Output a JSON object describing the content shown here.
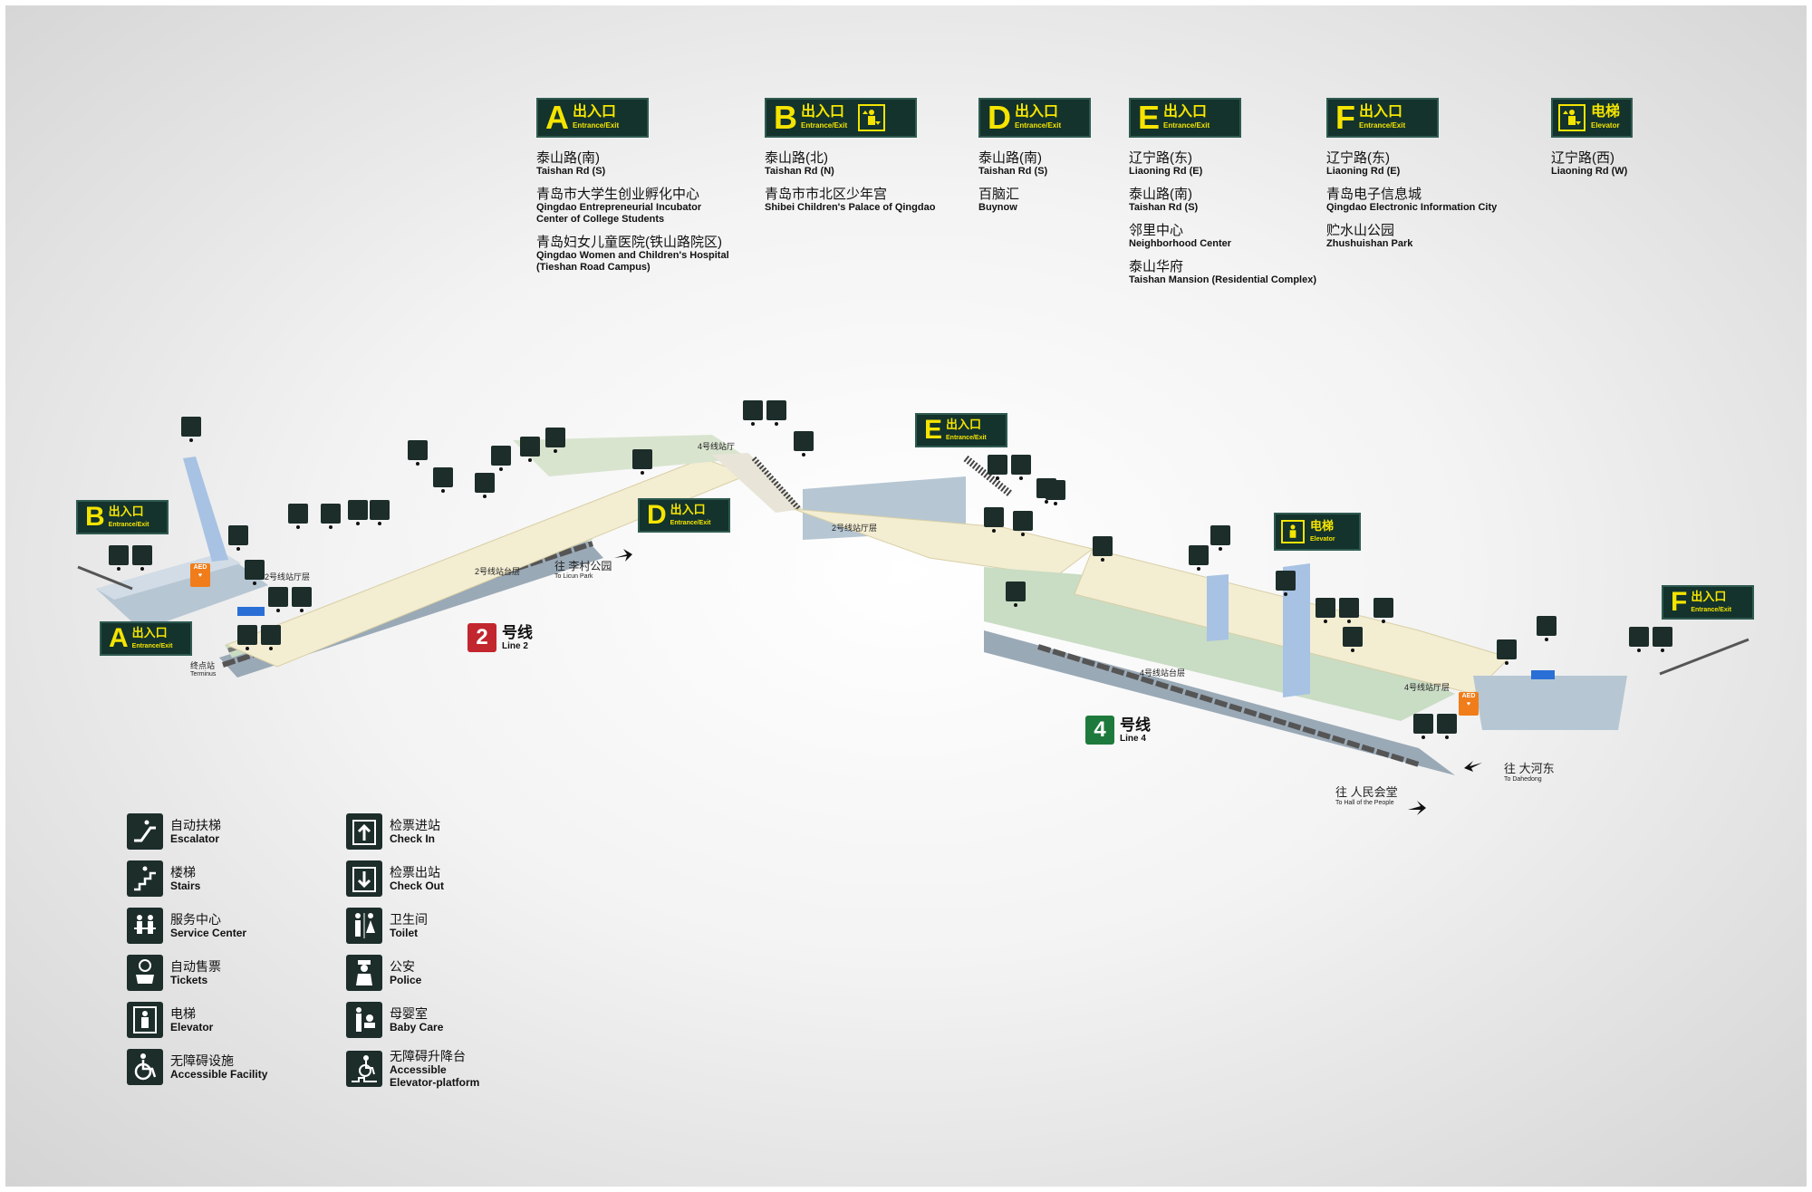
{
  "colors": {
    "sign_bg": "#13332c",
    "sign_text": "#f5e400",
    "concourse": "#f3edd2",
    "platform": "#c9dcc4",
    "structure": "#b6c6d3",
    "line2": "#c2262e",
    "line4": "#1e7a3c",
    "aed": "#f07d1a"
  },
  "entrances": [
    {
      "letter": "A",
      "cn": "出入口",
      "en": "Entrance/Exit",
      "has_elevator": false,
      "destinations": [
        {
          "cn": "泰山路(南)",
          "en": "Taishan Rd (S)"
        },
        {
          "cn": "青岛市大学生创业孵化中心",
          "en": "Qingdao Entrepreneurial Incubator",
          "en2": "Center of College Students"
        },
        {
          "cn": "青岛妇女儿童医院(铁山路院区)",
          "en": "Qingdao Women and Children's Hospital",
          "en2": "(Tieshan Road Campus)"
        }
      ]
    },
    {
      "letter": "B",
      "cn": "出入口",
      "en": "Entrance/Exit",
      "has_elevator": true,
      "destinations": [
        {
          "cn": "泰山路(北)",
          "en": "Taishan Rd (N)"
        },
        {
          "cn": "青岛市市北区少年宫",
          "en": "Shibei Children's Palace of Qingdao"
        }
      ]
    },
    {
      "letter": "D",
      "cn": "出入口",
      "en": "Entrance/Exit",
      "has_elevator": false,
      "destinations": [
        {
          "cn": "泰山路(南)",
          "en": "Taishan Rd (S)"
        },
        {
          "cn": "百脑汇",
          "en": "Buynow"
        }
      ]
    },
    {
      "letter": "E",
      "cn": "出入口",
      "en": "Entrance/Exit",
      "has_elevator": false,
      "destinations": [
        {
          "cn": "辽宁路(东)",
          "en": "Liaoning Rd (E)"
        },
        {
          "cn": "泰山路(南)",
          "en": "Taishan Rd (S)"
        },
        {
          "cn": "邻里中心",
          "en": "Neighborhood Center"
        },
        {
          "cn": "泰山华府",
          "en": "Taishan Mansion (Residential Complex)"
        }
      ]
    },
    {
      "letter": "F",
      "cn": "出入口",
      "en": "Entrance/Exit",
      "has_elevator": false,
      "destinations": [
        {
          "cn": "辽宁路(东)",
          "en": "Liaoning Rd (E)"
        },
        {
          "cn": "青岛电子信息城",
          "en": "Qingdao Electronic Information City"
        },
        {
          "cn": "贮水山公园",
          "en": "Zhushuishan Park"
        }
      ]
    },
    {
      "letter": "",
      "cn": "电梯",
      "en": "Elevator",
      "has_elevator": true,
      "destinations": [
        {
          "cn": "辽宁路(西)",
          "en": "Liaoning Rd (W)"
        }
      ]
    }
  ],
  "map": {
    "signs": {
      "B": {
        "letter": "B",
        "cn": "出入口",
        "en": "Entrance/Exit"
      },
      "A": {
        "letter": "A",
        "cn": "出入口",
        "en": "Entrance/Exit"
      },
      "D": {
        "letter": "D",
        "cn": "出入口",
        "en": "Entrance/Exit"
      },
      "E": {
        "letter": "E",
        "cn": "出入口",
        "en": "Entrance/Exit"
      },
      "F": {
        "letter": "F",
        "cn": "出入口",
        "en": "Entrance/Exit"
      },
      "elevator": {
        "cn": "电梯",
        "en": "Elevator"
      }
    },
    "labels": {
      "line2_concourse": "2号线站厅层",
      "line2_platform": "2号线站台层",
      "line4_hall": "4号线站厅",
      "line2_concourse_2": "2号线站厅层",
      "line4_platform": "4号线站台层",
      "line4_concourse": "4号线站厅层",
      "terminus_cn": "终点站",
      "terminus_en": "Terminus",
      "to_licun_cn": "往 李村公园",
      "to_licun_en": "To Licun Park",
      "to_dahedong_cn": "往 大河东",
      "to_dahedong_en": "To Dahedong",
      "to_hall_cn": "往 人民会堂",
      "to_hall_en": "To Hall of the People",
      "aed": "AED"
    },
    "lines": [
      {
        "num": "2",
        "cn": "号线",
        "en": "Line 2"
      },
      {
        "num": "4",
        "cn": "号线",
        "en": "Line 4"
      }
    ]
  },
  "legend": [
    {
      "icon": "escalator-icon",
      "cn": "自动扶梯",
      "en": "Escalator"
    },
    {
      "icon": "stairs-icon",
      "cn": "楼梯",
      "en": "Stairs"
    },
    {
      "icon": "service-center-icon",
      "cn": "服务中心",
      "en": "Service Center"
    },
    {
      "icon": "tickets-icon",
      "cn": "自动售票",
      "en": "Tickets"
    },
    {
      "icon": "elevator-icon",
      "cn": "电梯",
      "en": "Elevator"
    },
    {
      "icon": "accessible-icon",
      "cn": "无障碍设施",
      "en": "Accessible Facility"
    },
    {
      "icon": "check-in-icon",
      "cn": "检票进站",
      "en": "Check In"
    },
    {
      "icon": "check-out-icon",
      "cn": "检票出站",
      "en": "Check Out"
    },
    {
      "icon": "toilet-icon",
      "cn": "卫生间",
      "en": "Toilet"
    },
    {
      "icon": "police-icon",
      "cn": "公安",
      "en": "Police"
    },
    {
      "icon": "baby-care-icon",
      "cn": "母婴室",
      "en": "Baby Care"
    },
    {
      "icon": "accessible-platform-icon",
      "cn": "无障碍升降台",
      "en": "Accessible",
      "en2": "Elevator-platform"
    }
  ]
}
